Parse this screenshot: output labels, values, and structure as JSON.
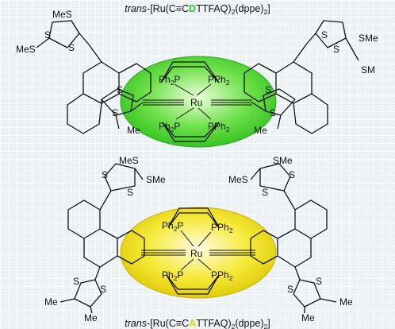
{
  "title_top": {
    "italic": "trans",
    "pre": "-[Ru(C≡C",
    "highlight": "D",
    "post": "TTFAQ)",
    "sub1": "2",
    "mid": "(dppe)",
    "sub2": "2",
    "end": "]"
  },
  "title_bottom": {
    "italic": "trans",
    "pre": "-[Ru(C≡C",
    "highlight": "A",
    "post": "TTFAQ)",
    "sub1": "2",
    "mid": "(dppe)",
    "sub2": "2",
    "end": "]"
  },
  "labels": {
    "sme": "SMe",
    "mes": "MeS",
    "s": "S",
    "sm": "SM",
    "me": "Me",
    "ru": "Ru",
    "ph2p": "Ph",
    "pph2": "PPh",
    "p": "P",
    "two": "2"
  },
  "colors": {
    "green_highlight": "#22cc22",
    "yellow_highlight": "#e6d300",
    "green_ellipse": "#44dd33",
    "yellow_ellipse": "#f0e31a"
  }
}
